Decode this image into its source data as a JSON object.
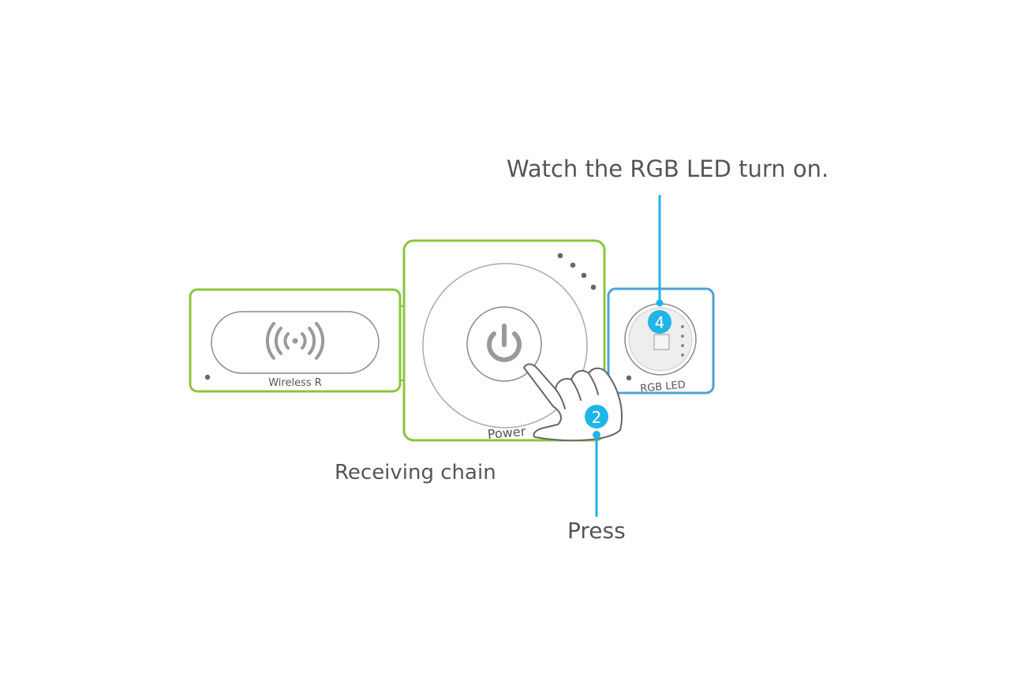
{
  "captions": {
    "led_instruction": "Watch the RGB LED turn on.",
    "chain": "Receiving chain",
    "press": "Press"
  },
  "modules": {
    "wireless": {
      "label": "Wireless R"
    },
    "power": {
      "label": "Power"
    },
    "rgb_led": {
      "label": "RGB LED"
    }
  },
  "steps": {
    "press": "2",
    "watch": "4"
  },
  "colors": {
    "chain_green": "#8cc43c",
    "callout_blue": "#1fb5e6",
    "led_frame_blue": "#4ba3d9",
    "outline_gray": "#888888",
    "text_gray": "#555555"
  },
  "icons": {
    "wireless": "wireless-signal-icon",
    "power": "power-icon",
    "hand": "pointing-hand-icon"
  }
}
